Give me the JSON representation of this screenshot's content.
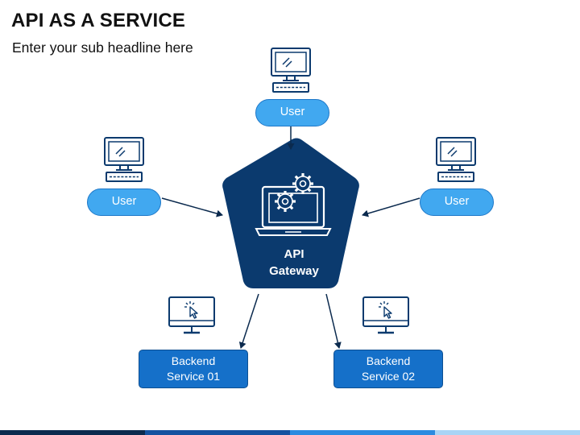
{
  "title": "API AS A SERVICE",
  "subtitle": "Enter your sub headline here",
  "nodes": {
    "user_top": "User",
    "user_left": "User",
    "user_right": "User",
    "gateway_line1": "API",
    "gateway_line2": "Gateway",
    "backend1_line1": "Backend",
    "backend1_line2": "Service 01",
    "backend2_line1": "Backend",
    "backend2_line2": "Service 02"
  },
  "icons": {
    "user_computer": "desktop-computer-icon",
    "gateway": "laptop-gears-icon",
    "backend": "monitor-cursor-icon"
  },
  "colors": {
    "navy": "#0b3a6e",
    "pill_blue": "#41a8f0",
    "backend_blue": "#1570c9",
    "arrow": "#0b2a4e"
  }
}
